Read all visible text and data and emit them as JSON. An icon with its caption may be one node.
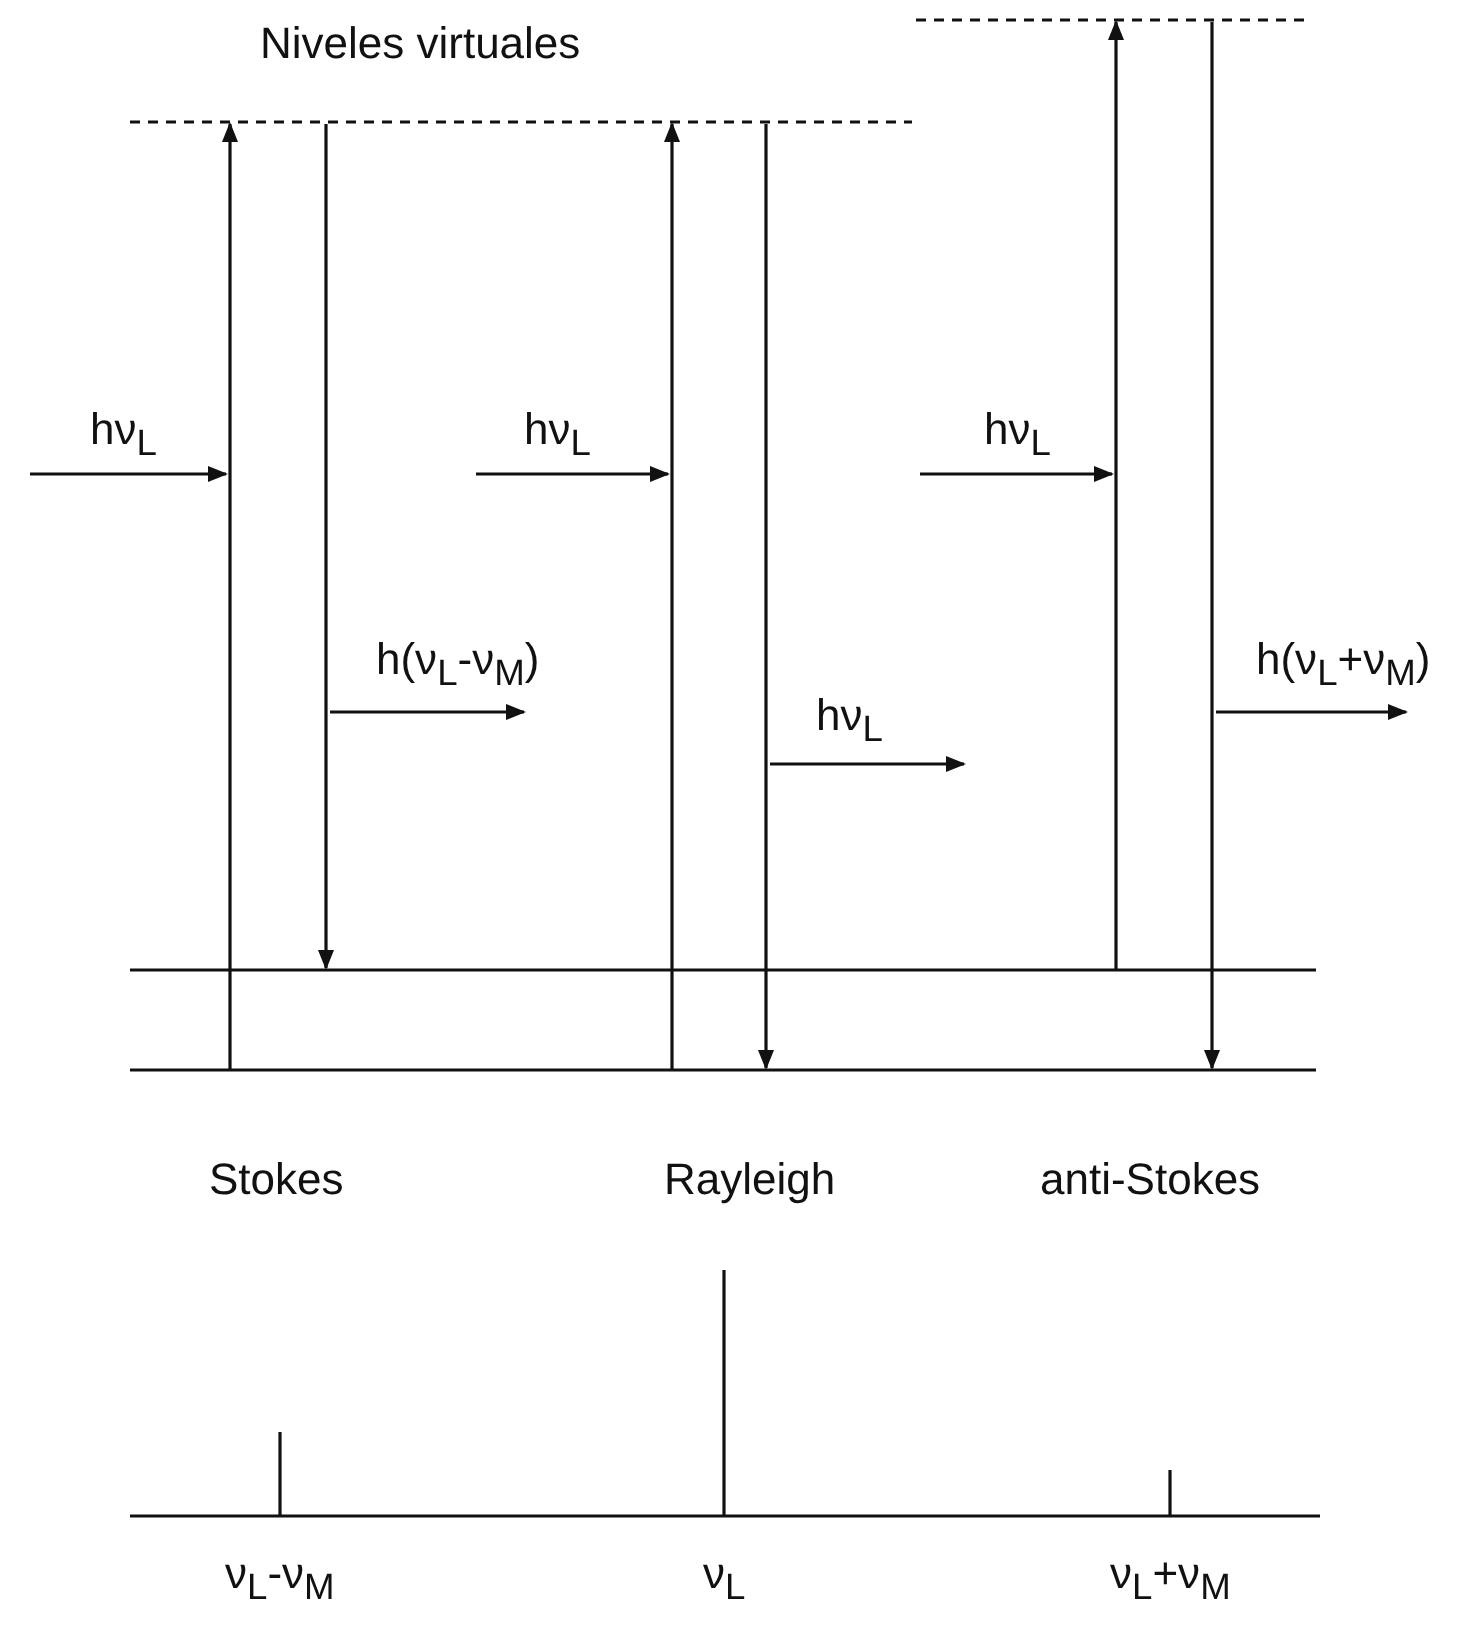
{
  "diagram": {
    "labels": [
      "Niveles virtuales",
      "hν$_{L}$",
      "hν$_{L}$",
      "hν$_{L}$",
      "h(ν$_{L}$-ν$_{M}$)",
      "hν$_{L}$",
      "h(ν$_{L}$+ν$_{M}$)",
      "Stokes",
      "Rayleigh",
      "anti-Stokes",
      "ν$_{L}$-ν$_{M}$",
      "ν$_{L}$",
      "ν$_{L}$+ν$_{M}$"
    ]
  }
}
